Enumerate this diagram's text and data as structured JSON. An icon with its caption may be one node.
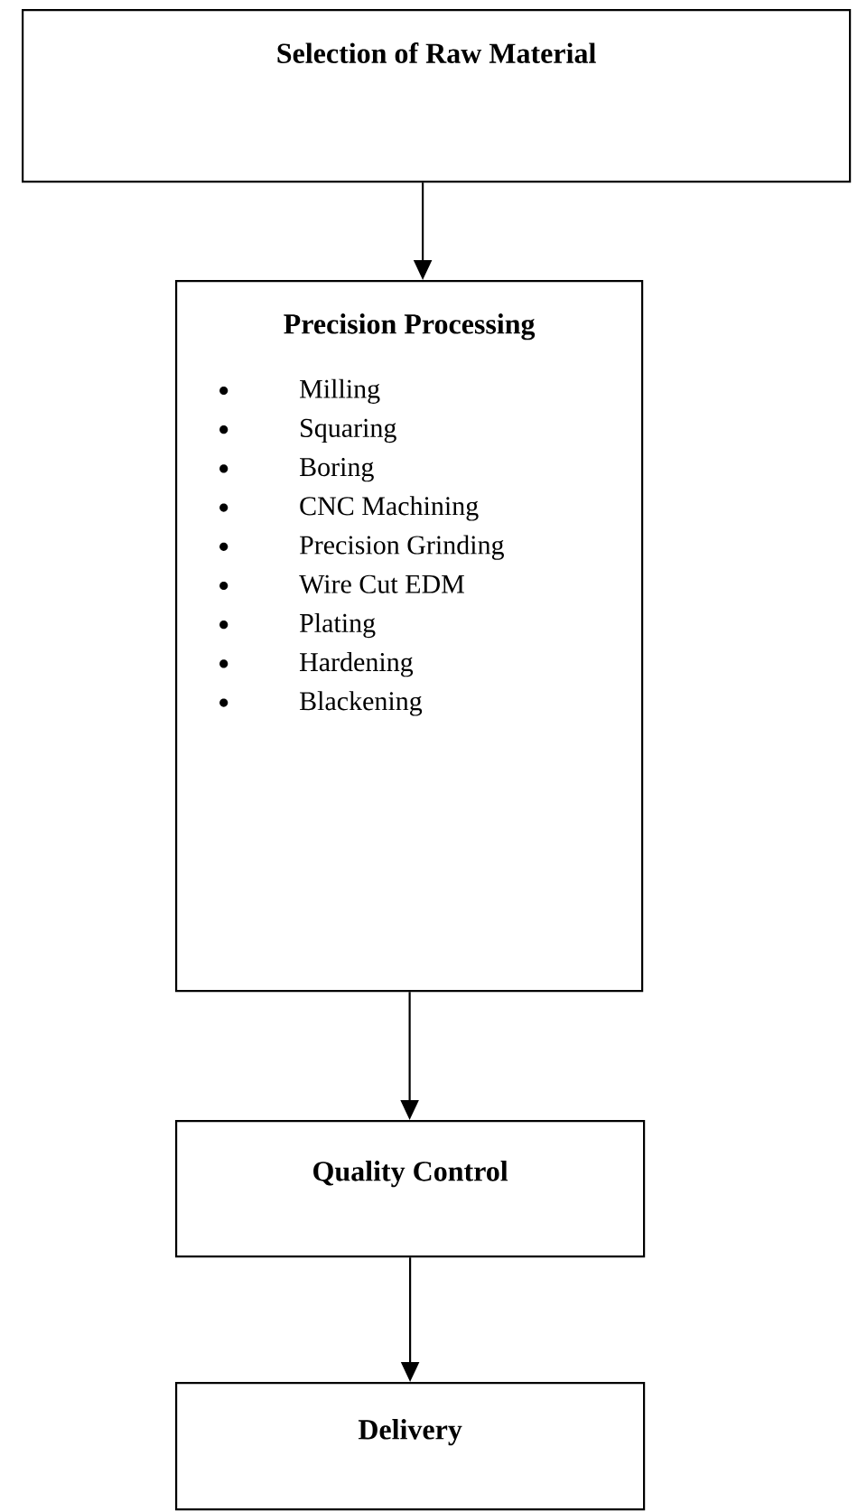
{
  "diagram": {
    "nodes": [
      {
        "text": [
          "Selection of Raw Material"
        ]
      },
      {
        "text": [
          "Precision Processing",
          "Milling",
          "Squaring",
          "Boring",
          "CNC Machining",
          "Precision Grinding",
          "Wire Cut EDM",
          "Plating",
          "Hardening",
          "Blackening"
        ]
      },
      {
        "text": [
          "Quality Control"
        ]
      },
      {
        "text": [
          "Delivery"
        ]
      }
    ],
    "edges": [
      {
        "from": 0,
        "to": 1,
        "arrow": "to"
      },
      {
        "from": 1,
        "to": 2,
        "arrow": "to"
      },
      {
        "from": 2,
        "to": 3,
        "arrow": "to"
      }
    ]
  }
}
